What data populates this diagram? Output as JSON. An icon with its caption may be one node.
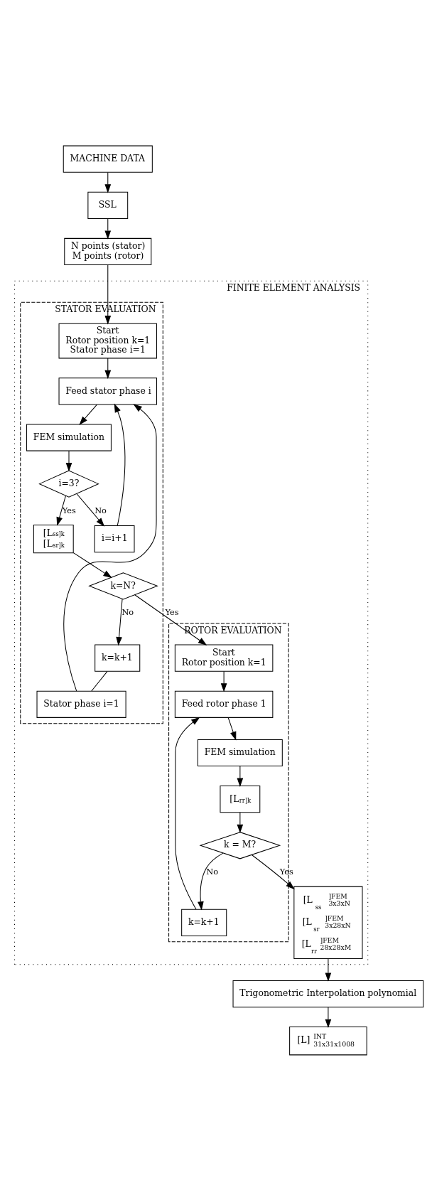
{
  "diagram": {
    "nodes": [
      {
        "text": [
          "MACHINE DATA"
        ]
      },
      {
        "text": [
          "SSL"
        ]
      },
      {
        "text": [
          "N points (stator)",
          "M points (rotor)"
        ]
      },
      {
        "text": [
          "FINITE ELEMENT ANALYSIS"
        ]
      },
      {
        "text": [
          "STATOR EVALUATION"
        ],
        "in": 3
      },
      {
        "text": [
          "Start",
          "Rotor position k=1",
          "Stator phase i=1"
        ],
        "in": 4
      },
      {
        "text": [
          "Feed stator phase i"
        ],
        "in": 4
      },
      {
        "text": [
          "FEM simulation"
        ],
        "in": 4
      },
      {
        "text": [
          "i=3?"
        ],
        "in": 4
      },
      {
        "text": [
          "i=i+1"
        ],
        "in": 4
      },
      {
        "text": [
          "[L$_{ss}$]$_{k}$",
          "[L$_{sr}$]$_{k}$"
        ],
        "in": 4
      },
      {
        "text": [
          "Stator phase i=1"
        ],
        "in": 4
      },
      {
        "text": [
          "k=N?"
        ],
        "in": 4
      },
      {
        "text": [
          "k=k+1"
        ],
        "in": 4
      },
      {
        "text": [
          "ROTOR EVALUATION"
        ],
        "in": 3
      },
      {
        "text": [
          "Start",
          "Rotor position k=1"
        ],
        "in": 14
      },
      {
        "text": [
          "Feed rotor phase 1"
        ],
        "in": 14
      },
      {
        "text": [
          "FEM simulation"
        ],
        "in": 14
      },
      {
        "text": [
          "[L$_{rr}$]$_{k}$"
        ],
        "in": 14
      },
      {
        "text": [
          "k = M?"
        ],
        "in": 14
      },
      {
        "text": [
          "k=k+1"
        ],
        "in": 14
      },
      {
        "text": [
          "[L$_{ss}$]$^{FEM}$$_{3x3xN}$",
          "[L$_{sr}$]$^{FEM}$$_{3x28xN}$",
          "[L$_{rr}$]$^{FEM}$$_{28x28xM}$"
        ],
        "in": 3
      },
      {
        "text": [
          "Trigonometric Interpolation polynomial"
        ]
      },
      {
        "text": [
          "[L]$^{INT}$$_{31x31x1008}$"
        ]
      }
    ],
    "edges": [
      {
        "from": 0,
        "to": 1,
        "arrow": "to"
      },
      {
        "from": 1,
        "to": 2,
        "arrow": "to"
      },
      {
        "from": 2,
        "to": 5,
        "arrow": "to"
      },
      {
        "from": 5,
        "to": 6,
        "arrow": "to"
      },
      {
        "from": 6,
        "to": 7,
        "arrow": "to"
      },
      {
        "from": 7,
        "to": 8,
        "arrow": "to"
      },
      {
        "from": 8,
        "to": 9,
        "arrow": "to",
        "label": "No"
      },
      {
        "from": 9,
        "to": 6,
        "arrow": "to"
      },
      {
        "from": 8,
        "to": 10,
        "arrow": "to",
        "label": "Yes"
      },
      {
        "from": 10,
        "to": 12,
        "arrow": "to"
      },
      {
        "from": 12,
        "to": 13,
        "arrow": "to",
        "label": "No"
      },
      {
        "from": 13,
        "to": 11,
        "arrow": "none"
      },
      {
        "from": 11,
        "to": 6,
        "arrow": "to"
      },
      {
        "from": 12,
        "to": 15,
        "arrow": "to",
        "label": "Yes"
      },
      {
        "from": 15,
        "to": 16,
        "arrow": "to"
      },
      {
        "from": 16,
        "to": 17,
        "arrow": "to"
      },
      {
        "from": 17,
        "to": 18,
        "arrow": "to"
      },
      {
        "from": 18,
        "to": 19,
        "arrow": "to"
      },
      {
        "from": 19,
        "to": 20,
        "arrow": "to",
        "label": "No"
      },
      {
        "from": 20,
        "to": 16,
        "arrow": "to"
      },
      {
        "from": 19,
        "to": 21,
        "arrow": "to",
        "label": "Yes"
      },
      {
        "from": 21,
        "to": 22,
        "arrow": "to"
      },
      {
        "from": 22,
        "to": 23,
        "arrow": "to"
      }
    ]
  }
}
